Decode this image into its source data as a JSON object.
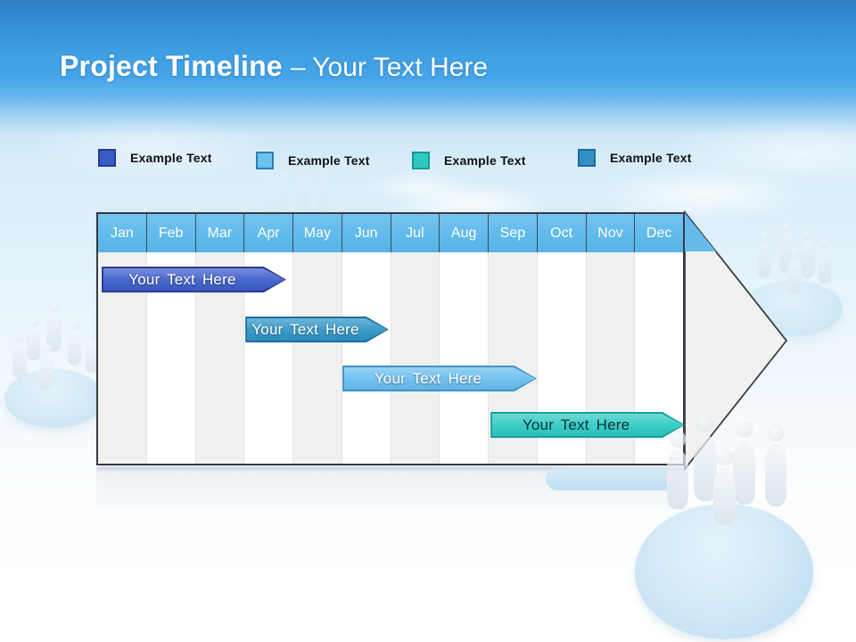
{
  "slide": {
    "title": {
      "primary": "Project Timeline",
      "secondary": "– Your Text Here"
    }
  },
  "legend": {
    "items": [
      {
        "label": "Example Text",
        "color": "#3b5ac5",
        "border": "#203b95"
      },
      {
        "label": "Example Text",
        "color": "#6cc2f0",
        "border": "#2d7fb4"
      },
      {
        "label": "Example Text",
        "color": "#2ec9bf",
        "border": "#159b93"
      },
      {
        "label": "Example Text",
        "color": "#3191c3",
        "border": "#1d6d99"
      }
    ]
  },
  "timeline": {
    "months": [
      "Jan",
      "Feb",
      "Mar",
      "Apr",
      "May",
      "Jun",
      "Jul",
      "Aug",
      "Sep",
      "Oct",
      "Nov",
      "Dec"
    ],
    "bars": [
      {
        "label": "Your Text Here",
        "start": 0.11,
        "end": 3.87,
        "y": 299,
        "fill": "#3d5ec9",
        "border": "#28399b",
        "text_color": "#ffffff"
      },
      {
        "label": "Your Text Here",
        "start": 3.04,
        "end": 5.96,
        "y": 355,
        "fill": "#2f95c6",
        "border": "#1c6f9e",
        "text_color": "#ffffff"
      },
      {
        "label": "Your Text Here",
        "start": 5.02,
        "end": 8.98,
        "y": 410,
        "fill": "#6abeee",
        "border": "#3e93cb",
        "text_color": "#ffffff"
      },
      {
        "label": "Your Text Here",
        "start": 8.04,
        "end": 12,
        "y": 462,
        "fill": "#2fcac3",
        "border": "#179e98",
        "text_color": "#0d3335"
      }
    ]
  },
  "chart_data": {
    "type": "bar",
    "subtype": "gantt-timeline-arrow",
    "title": "Project Timeline – Your Text Here",
    "categories": [
      "Jan",
      "Feb",
      "Mar",
      "Apr",
      "May",
      "Jun",
      "Jul",
      "Aug",
      "Sep",
      "Oct",
      "Nov",
      "Dec"
    ],
    "series": [
      {
        "name": "Your Text Here",
        "row": 1,
        "start_month": "Jan",
        "end_month": "Apr",
        "start_index": 0.1,
        "end_index": 3.9,
        "color": "#3d5ec9"
      },
      {
        "name": "Your Text Here",
        "row": 2,
        "start_month": "Apr",
        "end_month": "Jun",
        "start_index": 3.0,
        "end_index": 6.0,
        "color": "#2f95c6"
      },
      {
        "name": "Your Text Here",
        "row": 3,
        "start_month": "Jun",
        "end_month": "Sep",
        "start_index": 5.0,
        "end_index": 9.0,
        "color": "#6abeee"
      },
      {
        "name": "Your Text Here",
        "row": 4,
        "start_month": "Sep",
        "end_month": "Dec",
        "start_index": 8.0,
        "end_index": 12.0,
        "color": "#2fcac3"
      }
    ],
    "legend_position": "top",
    "legend_entries": [
      "Example Text",
      "Example Text",
      "Example Text",
      "Example Text"
    ],
    "grid": "vertical month stripes, alternating gray/white",
    "axis": "months Jan–Dec across top, no numeric axis"
  }
}
